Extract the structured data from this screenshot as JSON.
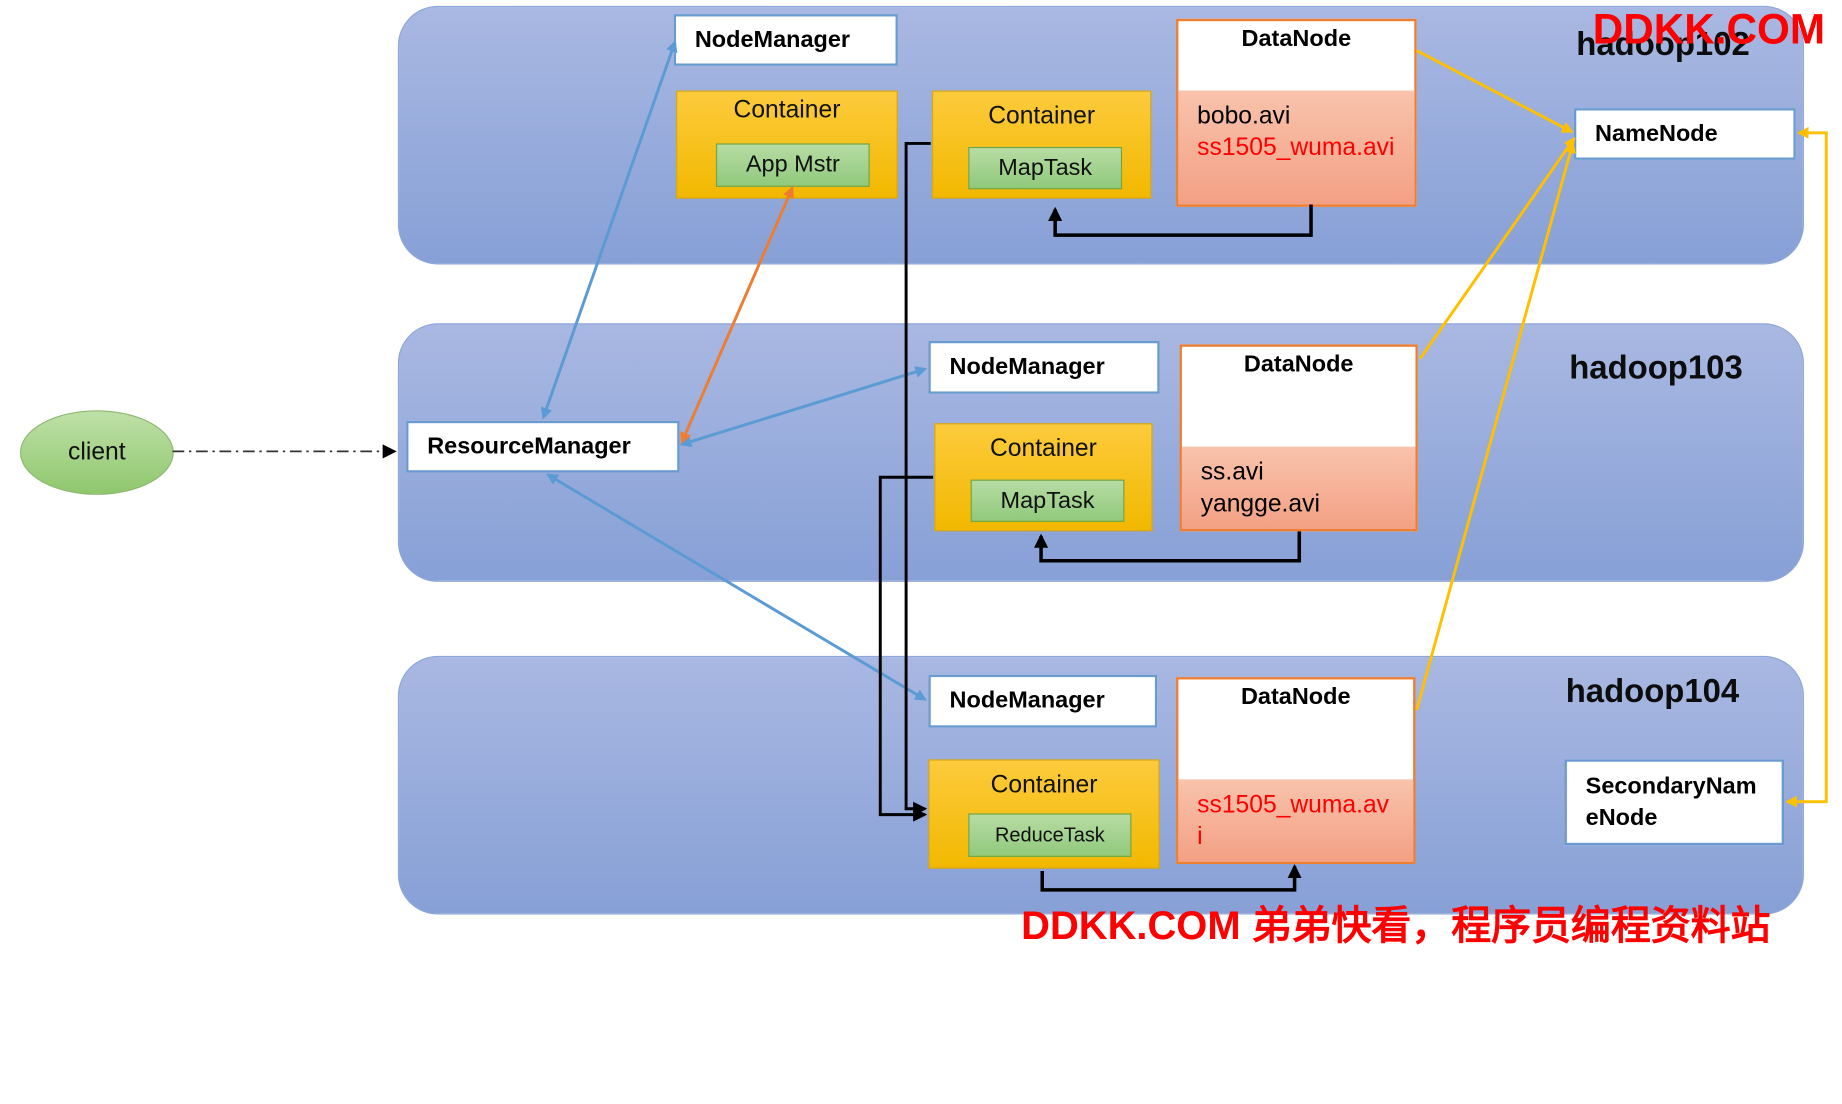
{
  "hosts": [
    {
      "label": "hadoop102"
    },
    {
      "label": "hadoop103"
    },
    {
      "label": "hadoop104"
    }
  ],
  "client": {
    "label": "client"
  },
  "resource_manager": {
    "label": "ResourceManager"
  },
  "name_node": {
    "label": "NameNode"
  },
  "secondary_name_node": {
    "label": "SecondaryNameNode"
  },
  "node_manager": {
    "label": "NodeManager"
  },
  "container": {
    "label": "Container"
  },
  "tasks": {
    "app_master": "App Mstr",
    "map": "MapTask",
    "reduce": "ReduceTask"
  },
  "data_node": {
    "label": "DataNode"
  },
  "files": {
    "hadoop102": [
      {
        "name": "bobo.avi",
        "color": "#000000"
      },
      {
        "name": "ss1505_wuma.avi",
        "color": "#ff0000"
      }
    ],
    "hadoop103": [
      {
        "name": "ss.avi",
        "color": "#000000"
      },
      {
        "name": "yangge.avi",
        "color": "#000000"
      }
    ],
    "hadoop104": [
      {
        "name": "ss1505_wuma.avi",
        "color": "#ff0000"
      }
    ]
  },
  "watermark": {
    "top": "DDKK.COM",
    "bottom": "DDKK.COM 弟弟快看，程序员编程资料站"
  },
  "colors": {
    "host_fill": "#a9b8e2",
    "node_border": "#6a9bd0",
    "yarn_arrow": "#5b9bd5",
    "am_arrow": "#ed7d31",
    "hdfs_arrow": "#ffc000",
    "task_arrow": "#000000",
    "watermark": "#ff0000"
  }
}
